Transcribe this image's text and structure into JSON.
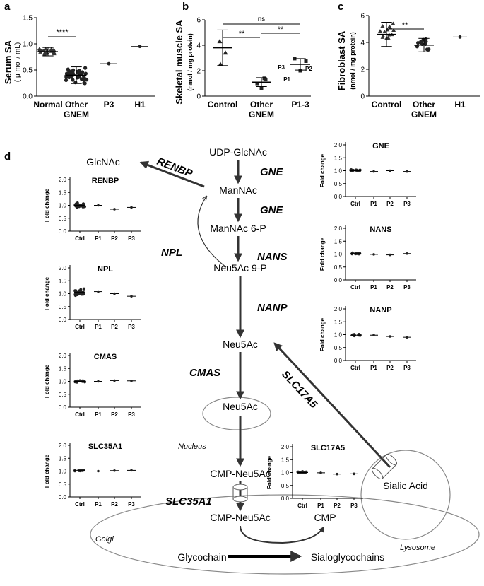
{
  "panels": {
    "a": {
      "letter": "a",
      "ylabel": "Serum SA",
      "yunit": "( μ mol / mL)",
      "yticks": [
        "0.0",
        "0.5",
        "1.0",
        "1.5"
      ],
      "categories": [
        "Normal",
        "Other",
        "GNEM",
        "P3",
        "H1"
      ],
      "sig": "****"
    },
    "b": {
      "letter": "b",
      "ylabel": "Skeletal muscle SA",
      "yunit": "(nmol / mg protein)",
      "yticks": [
        "0",
        "2",
        "4",
        "6"
      ],
      "categories": [
        "Control",
        "Other",
        "GNEM",
        "P1-3"
      ],
      "sig_ns": "ns",
      "sig1": "**",
      "sig2": "**",
      "pt_labels": [
        "P3",
        "P2",
        "P1"
      ]
    },
    "c": {
      "letter": "c",
      "ylabel": "Fibroblast SA",
      "yunit": "(nmol / mg protein)",
      "yticks": [
        "0",
        "2",
        "4",
        "6"
      ],
      "categories": [
        "Control",
        "Other",
        "GNEM",
        "H1"
      ],
      "sig": "**"
    },
    "d": {
      "letter": "d"
    }
  },
  "chart_data": [
    {
      "type": "scatter",
      "panel": "a",
      "ylabel": "Serum SA ( μ mol / mL)",
      "ylim": [
        0,
        1.5
      ],
      "categories": [
        "Normal",
        "Other GNEM",
        "P3",
        "H1"
      ],
      "means": [
        0.85,
        0.4,
        0.62,
        0.95
      ],
      "sd": [
        0.08,
        0.16,
        0,
        0
      ],
      "n": [
        22,
        45,
        1,
        1
      ]
    },
    {
      "type": "scatter",
      "panel": "b",
      "ylabel": "Skeletal muscle SA (nmol / mg protein)",
      "ylim": [
        0,
        6
      ],
      "categories": [
        "Control",
        "Other GNEM",
        "P1-3"
      ],
      "means": [
        3.8,
        1.1,
        2.5
      ],
      "sd": [
        1.4,
        0.35,
        0.45
      ],
      "points": [
        [
          4.3,
          3.4,
          2.5
        ],
        [
          1.4,
          1.0,
          0.6,
          1.3
        ],
        [
          2.95,
          2.75,
          2.0
        ]
      ]
    },
    {
      "type": "scatter",
      "panel": "c",
      "ylabel": "Fibroblast SA (nmol / mg protein)",
      "ylim": [
        0,
        6
      ],
      "categories": [
        "Control",
        "Other GNEM",
        "H1"
      ],
      "means": [
        4.6,
        3.8,
        4.4
      ],
      "sd": [
        0.9,
        0.5,
        0
      ],
      "n": [
        14,
        12,
        1
      ]
    },
    {
      "type": "scatter",
      "panel": "d",
      "ylabel": "Fold change",
      "ylim": [
        0,
        2.0
      ],
      "categories": [
        "Ctrl",
        "P1",
        "P2",
        "P3"
      ],
      "series": [
        {
          "name": "RENBP",
          "values": [
            1.0,
            1.0,
            0.85,
            0.92
          ]
        },
        {
          "name": "NPL",
          "values": [
            1.05,
            1.08,
            1.0,
            0.9
          ]
        },
        {
          "name": "CMAS",
          "values": [
            1.0,
            1.0,
            1.03,
            1.02
          ]
        },
        {
          "name": "SLC35A1",
          "values": [
            1.02,
            1.0,
            1.02,
            1.03
          ]
        },
        {
          "name": "GNE",
          "values": [
            1.0,
            0.97,
            1.0,
            0.97
          ]
        },
        {
          "name": "NANS",
          "values": [
            1.02,
            0.99,
            0.97,
            1.02
          ]
        },
        {
          "name": "NANP",
          "values": [
            0.98,
            0.98,
            0.93,
            0.9
          ]
        },
        {
          "name": "SLC17A5",
          "values": [
            1.0,
            0.99,
            0.94,
            0.95
          ]
        }
      ]
    }
  ],
  "minis": [
    {
      "title": "RENBP"
    },
    {
      "title": "NPL"
    },
    {
      "title": "CMAS"
    },
    {
      "title": "SLC35A1"
    },
    {
      "title": "GNE"
    },
    {
      "title": "NANS"
    },
    {
      "title": "NANP"
    },
    {
      "title": "SLC17A5"
    }
  ],
  "mini_common": {
    "ylabel": "Fold change",
    "yticks": [
      "0.0",
      "0.5",
      "1.0",
      "1.5",
      "2.0"
    ],
    "xlabels": [
      "Ctrl",
      "P1",
      "P2",
      "P3"
    ]
  },
  "pathway": {
    "udp": "UDP-GlcNAc",
    "glcnac": "GlcNAc",
    "mannac": "ManNAc",
    "mannac6p": "ManNAc 6-P",
    "neu5ac9p": "Neu5Ac 9-P",
    "neu5ac1": "Neu5Ac",
    "neu5ac2": "Neu5Ac",
    "cmp_neu1": "CMP-Neu5Ac",
    "cmp_neu2": "CMP-Neu5Ac",
    "cmp": "CMP",
    "glycochain": "Glycochain",
    "sialoglyco": "Sialoglycochains",
    "sialic": "Sialic Acid",
    "nucleus": "Nucleus",
    "lysosome": "Lysosome",
    "golgi": "Golgi",
    "genes": {
      "gne1": "GNE",
      "gne2": "GNE",
      "nans": "NANS",
      "nanp": "NANP",
      "cmas": "CMAS",
      "renbp": "RENBP",
      "npl": "NPL",
      "slc17a5": "SLC17A5",
      "slc35a1": "SLC35A1"
    }
  }
}
